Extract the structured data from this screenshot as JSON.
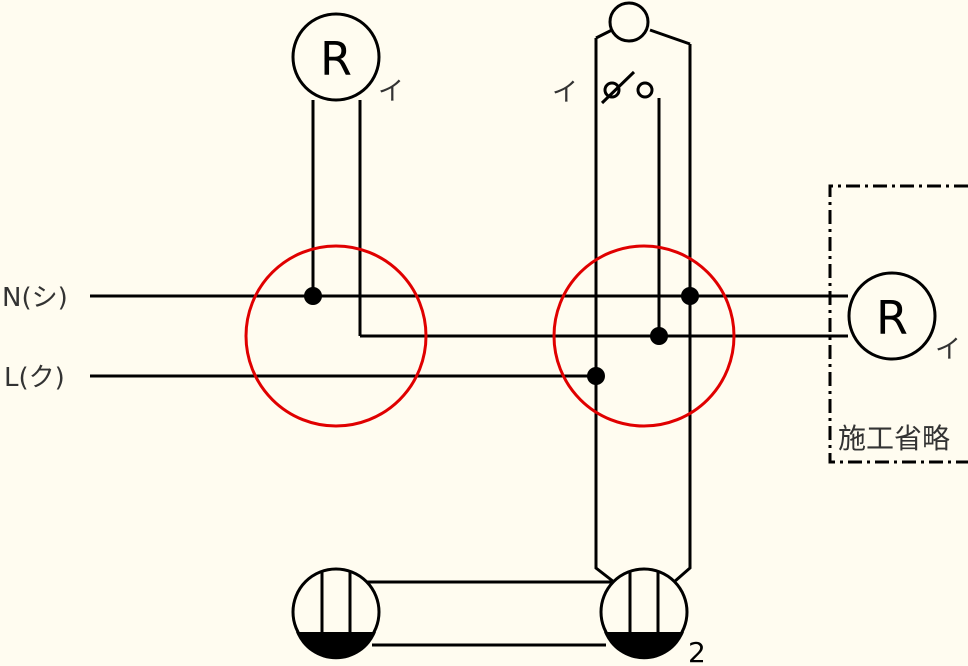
{
  "labels": {
    "neutral": "N(シ)",
    "line": "L(ク)",
    "lamp_symbol": "R",
    "lamp_switch_mark": "イ",
    "switch_mark": "イ",
    "remote_lamp_symbol": "R",
    "remote_lamp_mark": "イ",
    "outlet_count": "2",
    "omitted_area": "施工省略"
  },
  "colors": {
    "background": "#fffcf0",
    "wire": "#000000",
    "junction_circle": "#e00000",
    "omitted_border": "#000000"
  },
  "icons": {
    "lamp": "lamp-receptacle-icon",
    "switch": "switch-icon",
    "pilot_lamp": "pilot-lamp-icon",
    "outlet": "outlet-icon",
    "junction": "junction-dot-icon"
  }
}
